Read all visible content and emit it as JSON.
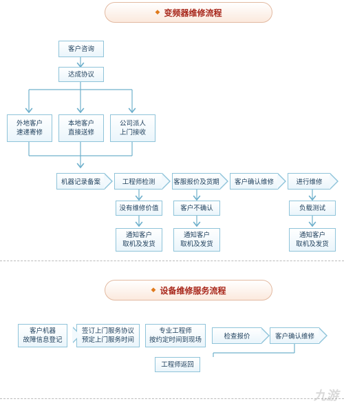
{
  "section1": {
    "title": "变频器维修流程",
    "nodes": {
      "consult": "客户咨询",
      "agreement": "达成协议",
      "remote": "外地客户\n速递寄修",
      "local": "本地客户\n直接送修",
      "onsite": "公司派人\n上门接收",
      "record": "机器记录备案",
      "inspect": "工程师检测",
      "quote": "客服报价及货期",
      "confirm": "客户确认维修",
      "repair": "进行维修",
      "no_value": "没有维修价值",
      "not_confirm": "客户不确认",
      "load_test": "负载测试",
      "notify1": "通知客户\n取机及发货",
      "notify2": "通知客户\n取机及发货",
      "notify3": "通知客户\n取机及发货"
    }
  },
  "section2": {
    "title": "设备维修服务流程",
    "nodes": {
      "register": "客户机器\n故障信息登记",
      "sign": "签订上门服务协议\n预定上门服务时间",
      "engineer_onsite": "专业工程师\n按约定时间到现场",
      "check_quote": "检查报价",
      "confirm2": "客户确认维修",
      "return": "工程师返回"
    }
  },
  "watermark": "九游"
}
